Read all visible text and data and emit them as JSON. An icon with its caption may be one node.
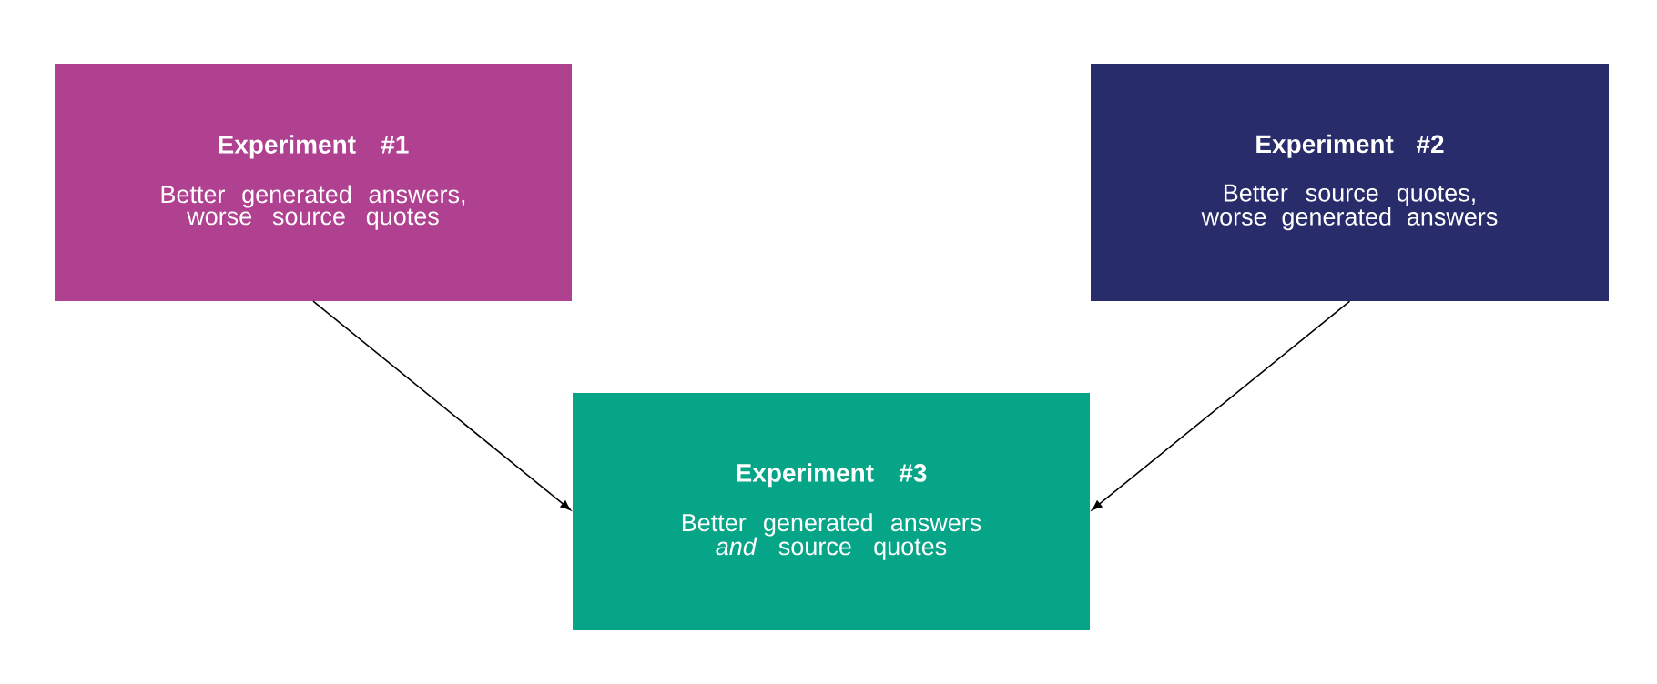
{
  "diagram": {
    "nodes": [
      {
        "text": [
          "Experiment #1",
          "Better generated answers, worse source quotes"
        ]
      },
      {
        "text": [
          "Experiment #2",
          "Better source quotes, worse generated answers"
        ]
      },
      {
        "text": [
          "Experiment #3",
          "Better generated answers *and* source quotes"
        ]
      }
    ],
    "edges": [
      {
        "from": 0,
        "to": 2,
        "arrow": "to"
      },
      {
        "from": 1,
        "to": 2,
        "arrow": "to"
      }
    ]
  }
}
